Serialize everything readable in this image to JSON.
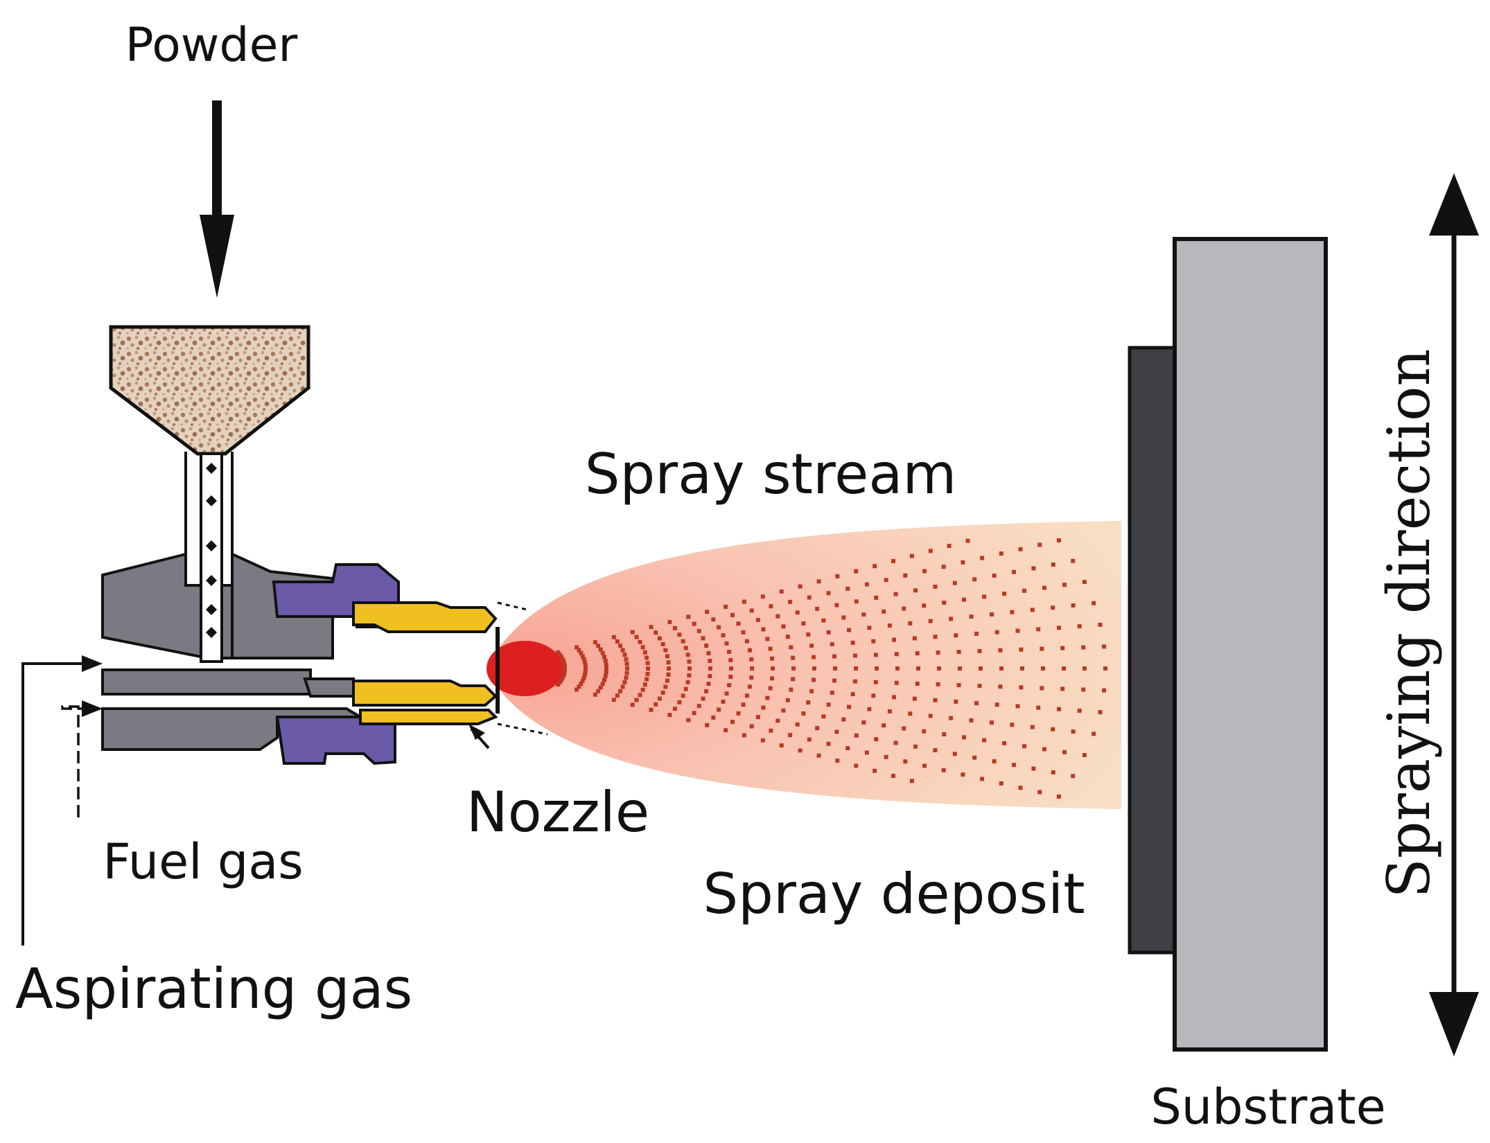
{
  "labels": {
    "powder": "Powder",
    "spray_stream": "Spray stream",
    "nozzle": "Nozzle",
    "fuel_gas": "Fuel gas",
    "aspirating_gas": "Aspirating gas",
    "spray_deposit": "Spray deposit",
    "substrate": "Substrate",
    "spraying_direction": "Spraying direction"
  },
  "colors": {
    "gun_body": "#7b7a82",
    "nut": "#6a5aa8",
    "brass": "#f0c020",
    "flame_core": "#dd1f1f",
    "plume_outer": "#fbc9ba",
    "plume_inner": "#f7dcc0",
    "particle_dots": "#b83a25",
    "deposit": "#3f3f44",
    "substrate": "#b8b8bc",
    "powder_fill": "#d9c7b2",
    "powder_grain": "#a8785a"
  },
  "icons": [
    "downward-arrow",
    "double-headed-arrow",
    "pointer-arrow",
    "dashed-arrow"
  ]
}
